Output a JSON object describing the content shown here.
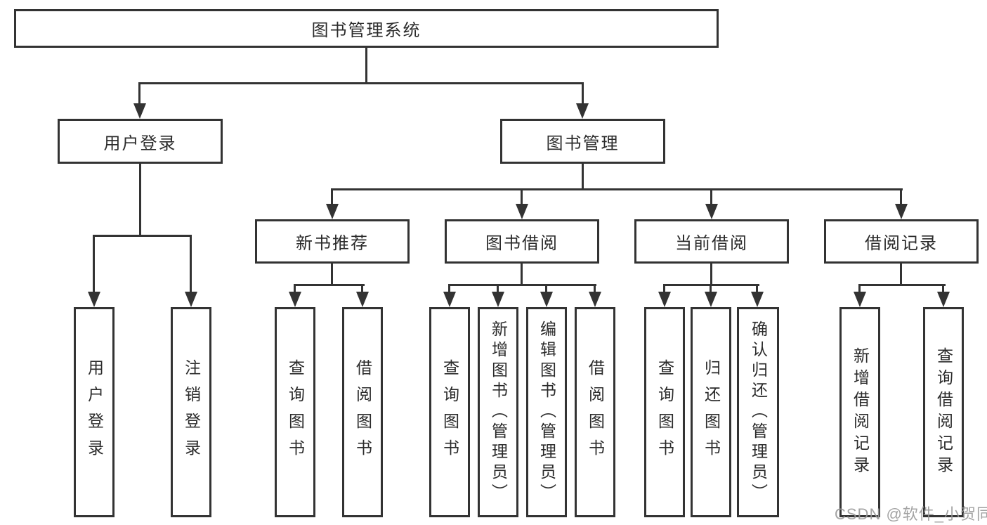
{
  "tree": {
    "label": "图书管理系统",
    "children": [
      {
        "label": "用户登录",
        "children": [
          {
            "label": "用户登录"
          },
          {
            "label": "注销登录"
          }
        ]
      },
      {
        "label": "图书管理",
        "children": [
          {
            "label": "新书推荐",
            "children": [
              {
                "label": "查询图书"
              },
              {
                "label": "借阅图书"
              }
            ]
          },
          {
            "label": "图书借阅",
            "children": [
              {
                "label": "查询图书"
              },
              {
                "label": "新增图书（管理员）"
              },
              {
                "label": "编辑图书（管理员）"
              },
              {
                "label": "借阅图书"
              }
            ]
          },
          {
            "label": "当前借阅",
            "children": [
              {
                "label": "查询图书"
              },
              {
                "label": "归还图书"
              },
              {
                "label": "确认归还（管理员）"
              }
            ]
          },
          {
            "label": "借阅记录",
            "children": [
              {
                "label": "新增借阅记录"
              },
              {
                "label": "查询借阅记录"
              }
            ]
          }
        ]
      }
    ]
  },
  "watermark": {
    "text": "CSDN @软件_小贺同学",
    "color": "#999999"
  },
  "colors": {
    "line": "#333333",
    "box_border": "#333333",
    "box_background": "#ffffff",
    "text": "#2b2b2b",
    "page_background": "#ffffff"
  }
}
